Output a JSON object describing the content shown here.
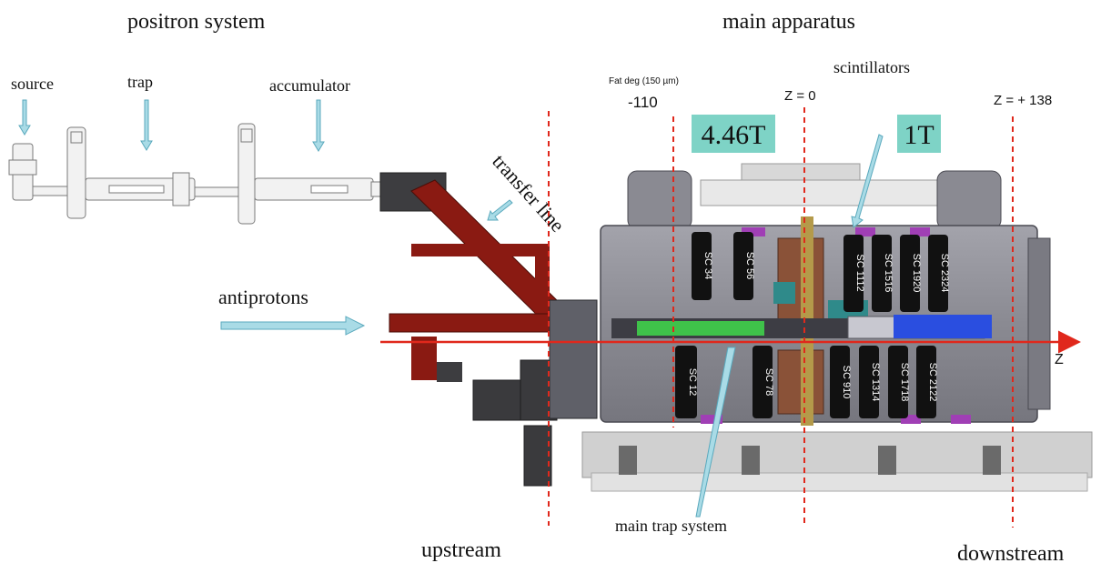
{
  "titles": {
    "positron_system": "positron system",
    "main_apparatus": "main apparatus"
  },
  "positron_labels": {
    "source": "source",
    "trap": "trap",
    "accumulator": "accumulator"
  },
  "beam_labels": {
    "antiprotons": "antiprotons",
    "transfer_line": "transfer line"
  },
  "markers": {
    "fat_deg": "Fat deg (150 µm)",
    "z_minus": "-110",
    "z_zero": "Z = 0",
    "z_plus": "Z = + 138",
    "axis": "Z"
  },
  "field_strengths": {
    "left": "4.46T",
    "right": "1T",
    "box_color": "#7ed3c6"
  },
  "component_labels": {
    "scintillators": "scintillators",
    "main_trap_system": "main trap system"
  },
  "directions": {
    "upstream": "upstream",
    "downstream": "downstream"
  },
  "scintillators_upper": [
    "SC 34",
    "SC 56",
    "SC 1112",
    "SC 1516",
    "SC 1920",
    "SC 2324"
  ],
  "scintillators_lower": [
    "SC 12",
    "SC 78",
    "SC 910",
    "SC 1314",
    "SC 1718",
    "SC 2122"
  ],
  "colors": {
    "axis_line": "#e0281c",
    "dashed_line": "#e0281c",
    "arrow_fill": "#a9dbe6",
    "arrow_stroke": "#5aa9bd",
    "apparatus_body": "#8f8f97",
    "apparatus_dark": "#6c6c74",
    "beam_pipe_red": "#8a1a12"
  }
}
